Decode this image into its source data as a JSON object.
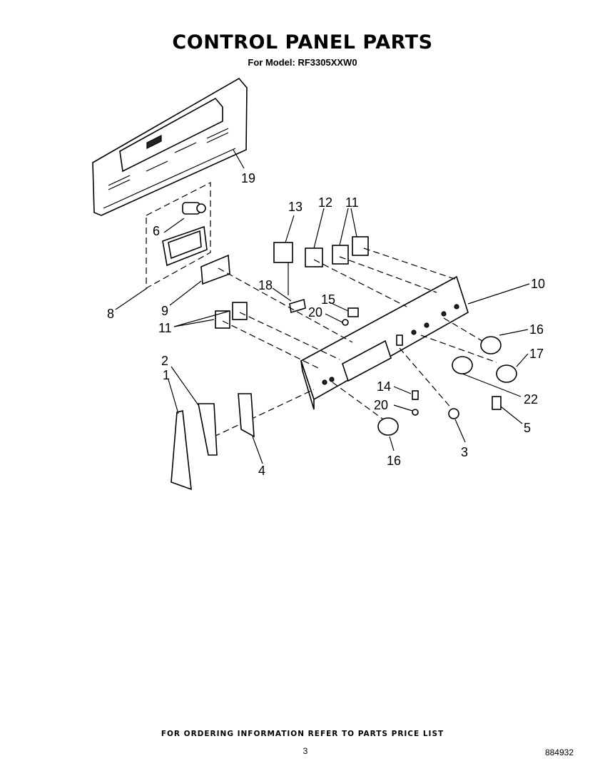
{
  "header": {
    "title": "CONTROL PANEL PARTS",
    "subtitle": "For Model: RF3305XXW0"
  },
  "footer": {
    "note": "FOR ORDERING INFORMATION REFER TO PARTS PRICE LIST",
    "page_number": "3",
    "diagram_code": "884932"
  },
  "callouts": {
    "c19": "19",
    "c13": "13",
    "c12": "12",
    "c11a": "11",
    "c6": "6",
    "c8": "8",
    "c9": "9",
    "c11b": "11",
    "c18": "18",
    "c15": "15",
    "c20a": "20",
    "c10": "10",
    "c16a": "16",
    "c17": "17",
    "c22": "22",
    "c5": "5",
    "c2": "2",
    "c1": "1",
    "c14": "14",
    "c20b": "20",
    "c3": "3",
    "c16b": "16",
    "c4": "4"
  }
}
